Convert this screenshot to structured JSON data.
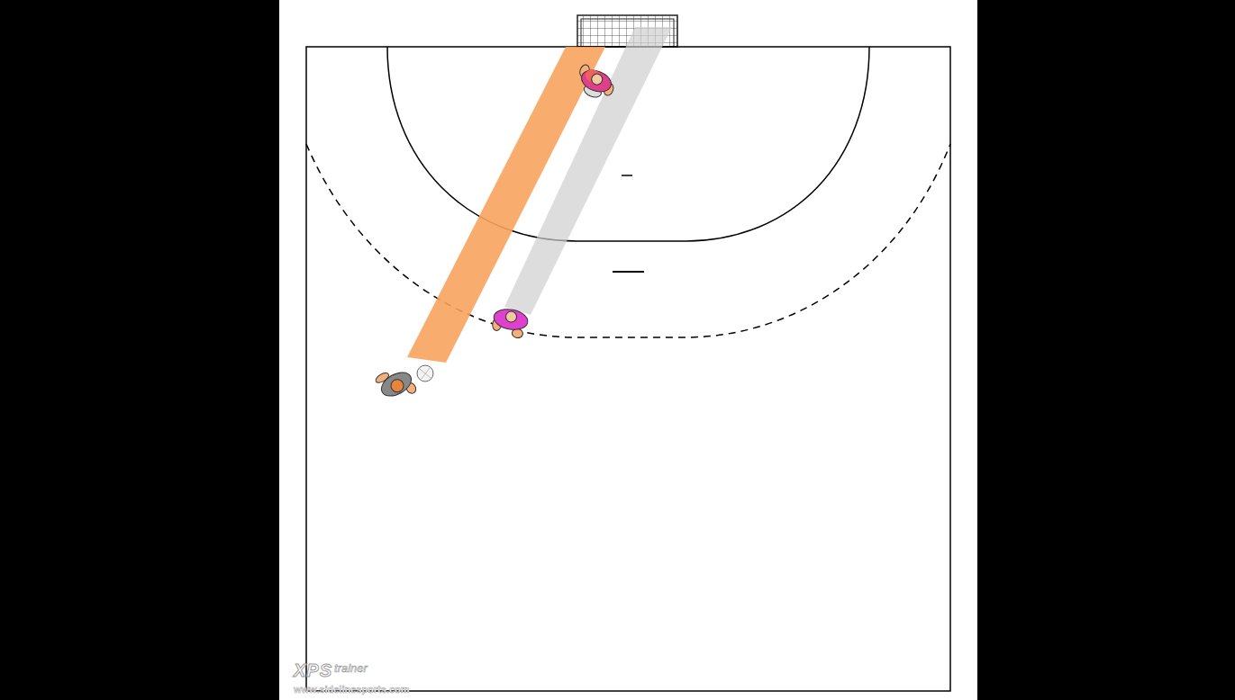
{
  "diagram": {
    "labels": [
      "XPS",
      "trainer",
      "www.sidelinesports.com"
    ]
  }
}
